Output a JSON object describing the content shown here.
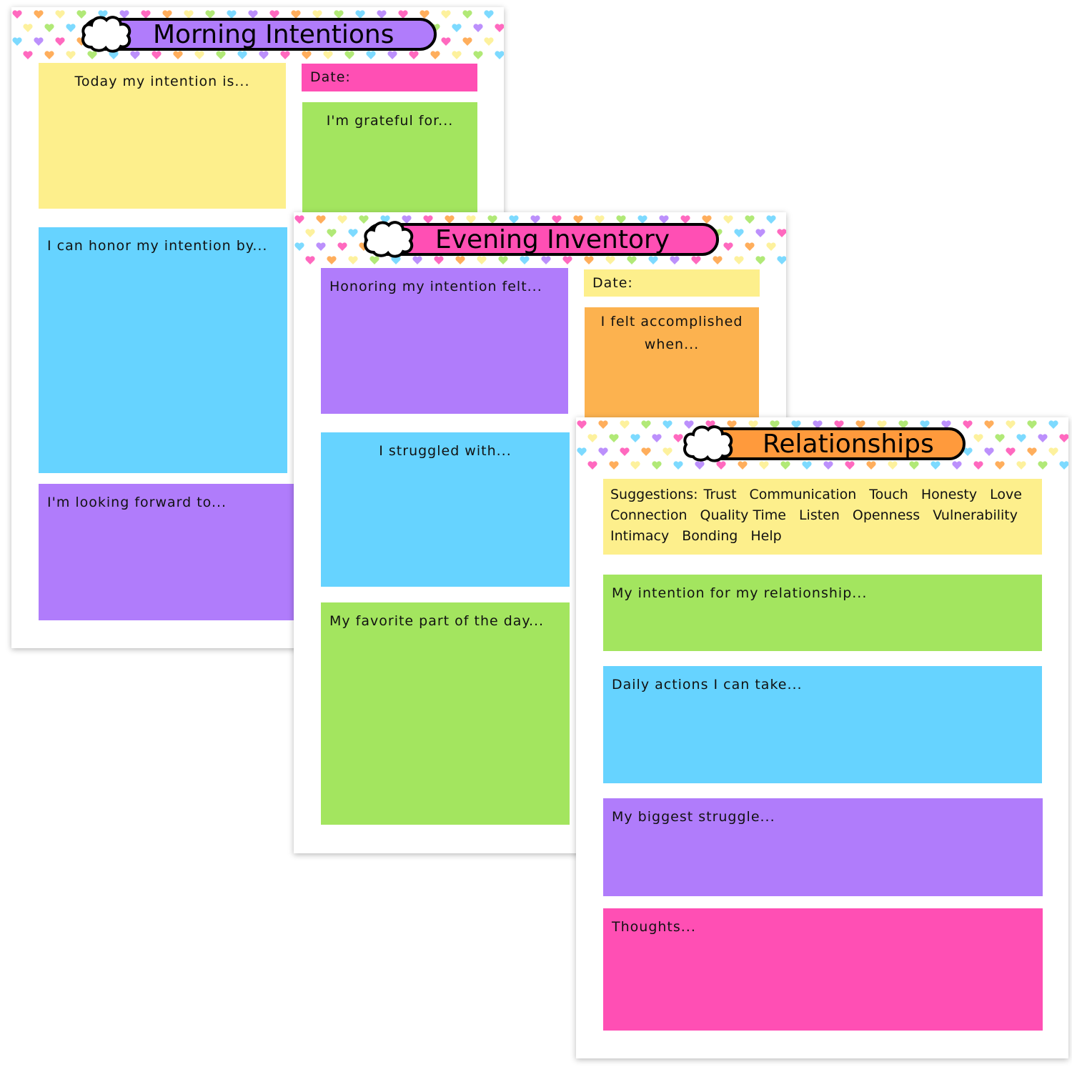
{
  "palette": {
    "pink": "#ff4fb4",
    "orange": "#ffa040",
    "yellow": "#fdef8c",
    "green": "#a3e55f",
    "blue": "#66d3ff",
    "purple": "#b07cfb"
  },
  "pages": {
    "morning": {
      "title": "Morning Intentions",
      "intention": "Today my intention is...",
      "date": "Date:",
      "grateful": "I'm grateful for...",
      "honor": "I can honor my intention by...",
      "forward": "I'm looking forward to..."
    },
    "evening": {
      "title": "Evening Inventory",
      "honoring": "Honoring my intention felt...",
      "date": "Date:",
      "accomplished": "I felt accomplished when...",
      "struggled": "I struggled with...",
      "favorite": "My favorite part of the day..."
    },
    "relationships": {
      "title": "Relationships",
      "suggestions_label": "Suggestions:",
      "suggestions": [
        "Trust",
        "Communication",
        "Touch",
        "Honesty",
        "Love",
        "Connection",
        "Quality Time",
        "Listen",
        "Openness",
        "Vulnerability",
        "Intimacy",
        "Bonding",
        "Help"
      ],
      "intention": "My intention for my relationship...",
      "actions": "Daily actions I can take...",
      "struggle": "My biggest struggle...",
      "thoughts": "Thoughts..."
    }
  }
}
